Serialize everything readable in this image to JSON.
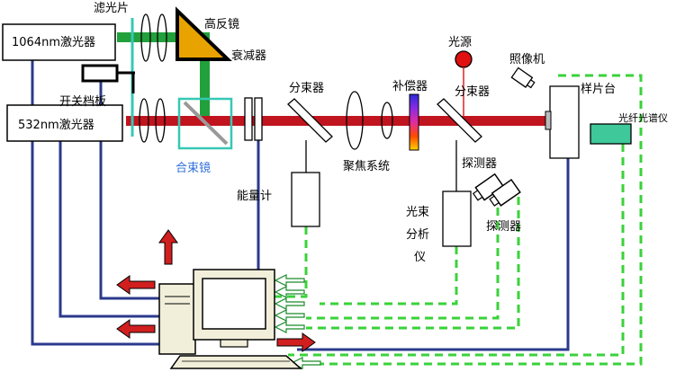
{
  "lasers": {
    "laser_1064": "1064nm激光器",
    "laser_532": "532nm激光器"
  },
  "components": {
    "filter": "滤光片",
    "high_reflector": "高反镜",
    "shutter": "开关档板",
    "beam_combiner": "合束镜",
    "attenuator": "衰减器",
    "splitter_1": "分束器",
    "splitter_2": "分束器",
    "focusing_system": "聚焦系统",
    "compensator": "补偿器",
    "light_source": "光源",
    "camera": "照像机",
    "sample_stage": "样片台",
    "fiber_spectrometer": "光纤光谱仪",
    "detector_1": "探测器",
    "detector_2": "探测器",
    "energy_meter": "能量计",
    "beam_analyzer_line1": "光束",
    "beam_analyzer_line2": "分析",
    "beam_analyzer_line3": "仪"
  },
  "colors": {
    "green_beam": "#22a03c",
    "red_beam": "#c0141e",
    "cyan_filter": "#36c8b4",
    "navy_wire": "#2b3a8c",
    "dashed_green": "#3ad23a",
    "arrow_red": "#d11f1f",
    "gold": "#e8a300"
  }
}
